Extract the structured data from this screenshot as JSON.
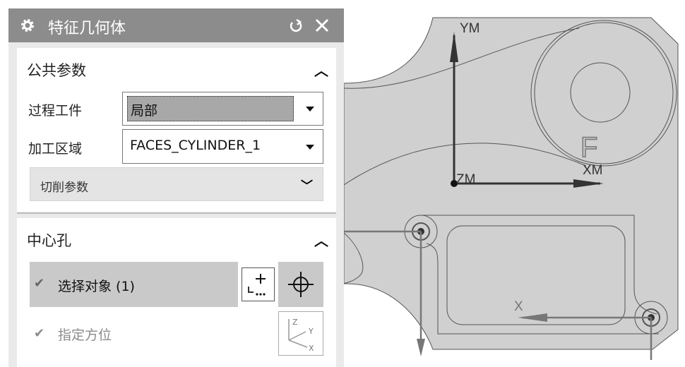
{
  "dialog": {
    "title": "特征几何体",
    "icons": {
      "title": "gear-icon",
      "reset": "refresh-icon",
      "close": "close-icon"
    },
    "common_params": {
      "header": "公共参数",
      "process_workpiece": {
        "label": "过程工件",
        "value": "局部"
      },
      "machining_area": {
        "label": "加工区域",
        "value": "FACES_CYLINDER_1"
      },
      "cut_params": {
        "label": "切削参数"
      }
    },
    "center_hole": {
      "header": "中心孔",
      "select_object": {
        "label": "选择对象 (1)"
      },
      "specify_orientation": {
        "label": "指定方位"
      }
    }
  },
  "viewport": {
    "axes": {
      "y": "YM",
      "x": "XM",
      "z": "ZM",
      "local_x": "X"
    },
    "feature_label": "F"
  }
}
